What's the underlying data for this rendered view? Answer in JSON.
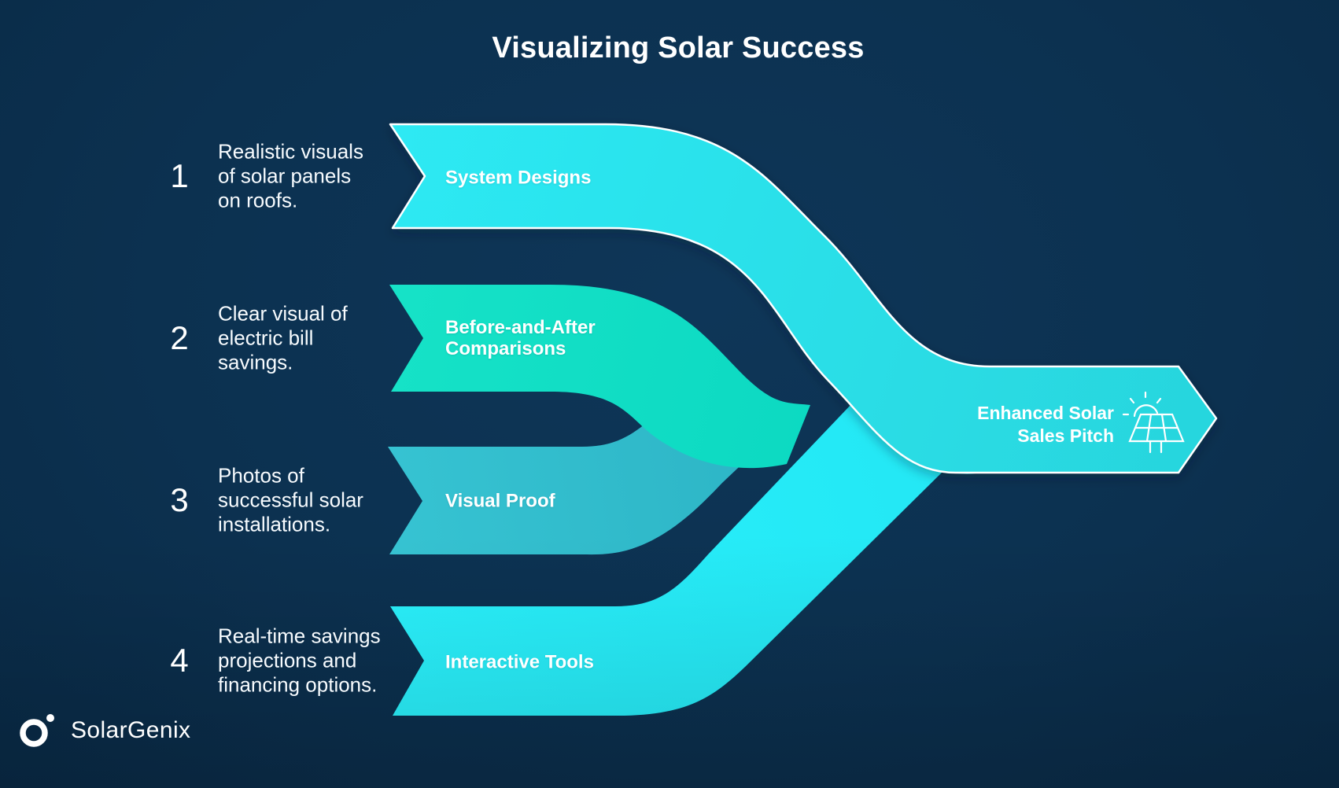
{
  "title": "Visualizing Solar Success",
  "steps": [
    {
      "num": "1",
      "desc": "Realistic visuals\nof solar panels\non roofs.",
      "label": "System Designs"
    },
    {
      "num": "2",
      "desc": "Clear visual of\nelectric bill\nsavings.",
      "label": "Before-and-After\nComparisons"
    },
    {
      "num": "3",
      "desc": "Photos of\nsuccessful solar\ninstallations.",
      "label": "Visual Proof"
    },
    {
      "num": "4",
      "desc": "Real-time savings\nprojections and\nfinancing options.",
      "label": "Interactive Tools"
    }
  ],
  "result": {
    "label": "Enhanced Solar\nSales Pitch",
    "icon": "solar-panel-sun-icon"
  },
  "brand": {
    "name": "SolarGenix",
    "icon": "orbit-dot-logo-icon"
  },
  "colors": {
    "background": "#0c3150",
    "band_system_designs": "#29e3ee",
    "band_before_after": "#11dfc4",
    "band_visual_proof": "#31bccb",
    "band_interactive_tools": "#27f0fb",
    "result_arrow": "#2cd9e0",
    "outline": "#ffffff",
    "text": "#ffffff"
  }
}
